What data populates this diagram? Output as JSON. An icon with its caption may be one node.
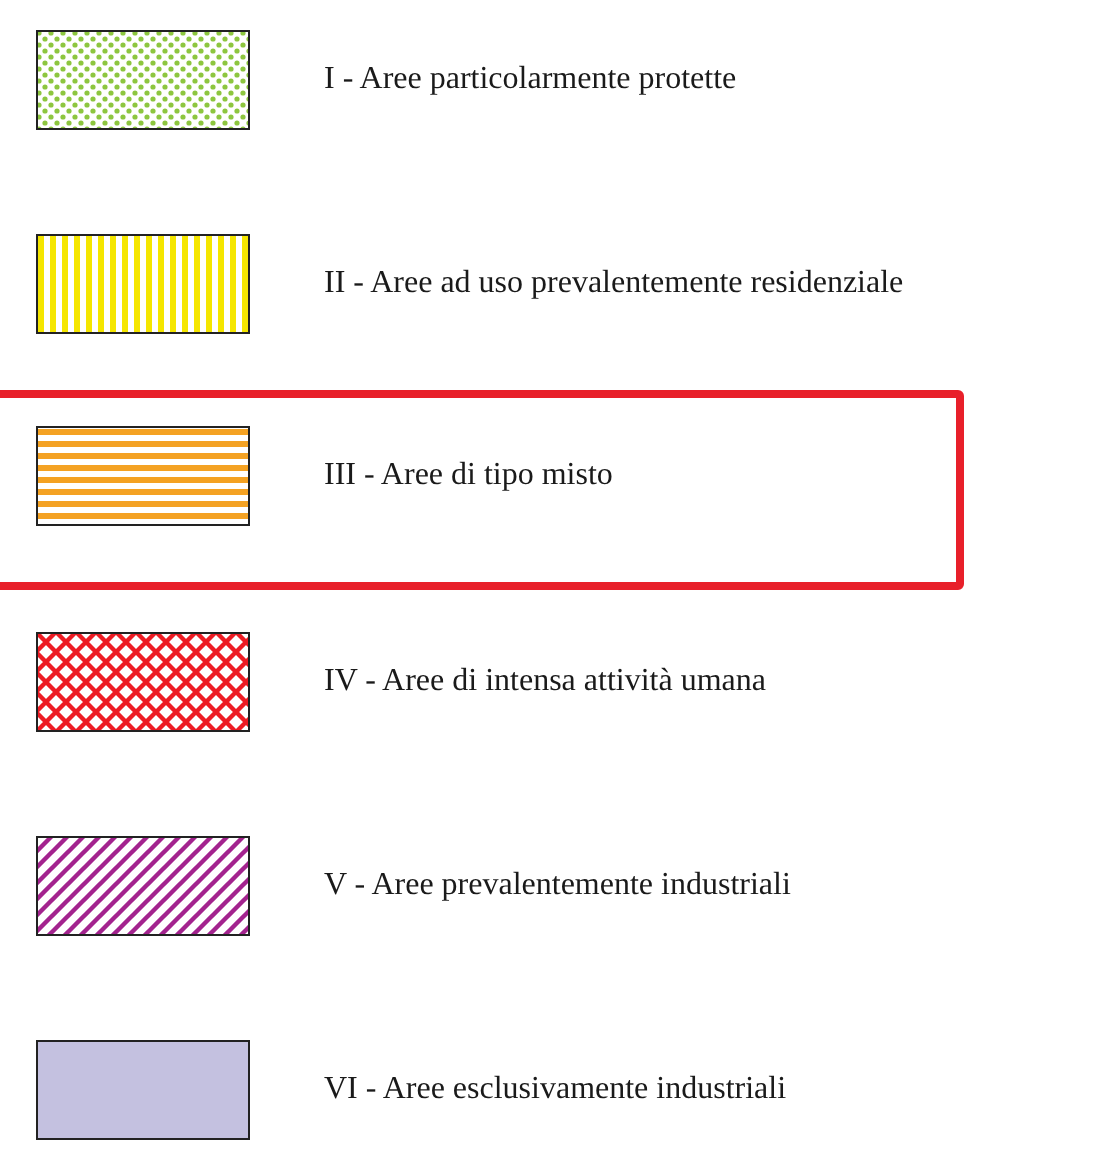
{
  "diagram": {
    "legend": [
      {
        "text": "I - Aree particolarmente protette"
      },
      {
        "text": "II - Aree ad uso prevalentemente residenziale"
      },
      {
        "text": "III - Aree di tipo misto"
      },
      {
        "text": "IV - Aree di intensa attività umana"
      },
      {
        "text": "V - Aree prevalentemente industriali"
      },
      {
        "text": "VI - Aree esclusivamente industriali",
        "color": "#c4c1e0"
      }
    ]
  }
}
